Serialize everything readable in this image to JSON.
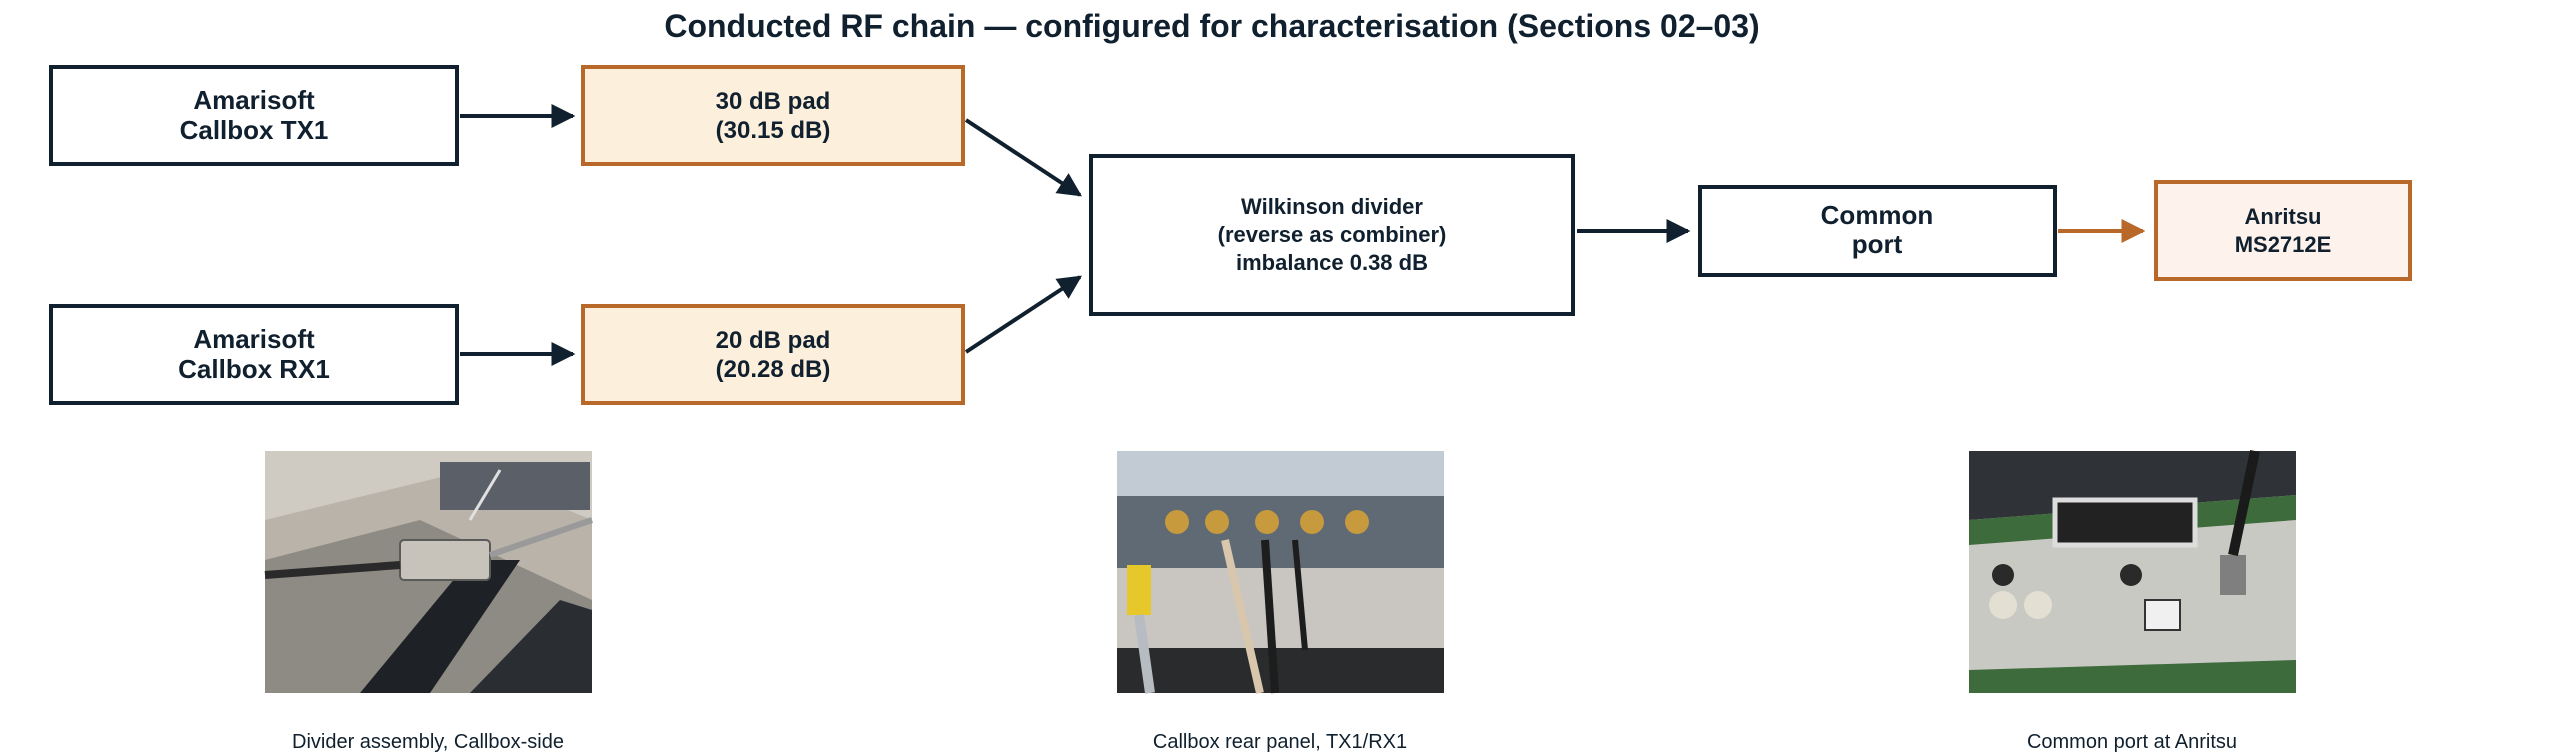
{
  "title": "Conducted RF chain — configured for characterisation (Sections 02–03)",
  "colors": {
    "navy": "#10202e",
    "orange": "#b8692a",
    "pad_fill": "#fcf0dc",
    "analyzer_fill": "#fdf3ec",
    "white": "#ffffff"
  },
  "nodes": {
    "tx1": [
      "Amarisoft",
      "Callbox TX1"
    ],
    "rx1": [
      "Amarisoft",
      "Callbox RX1"
    ],
    "pad30": [
      "30 dB pad",
      "(30.15 dB)"
    ],
    "pad20": [
      "20 dB pad",
      "(20.28 dB)"
    ],
    "divider": [
      "Wilkinson divider",
      "(reverse as combiner)",
      "imbalance 0.38 dB"
    ],
    "common": [
      "Common",
      "port"
    ],
    "anritsu": [
      "Anritsu",
      "MS2712E"
    ]
  },
  "photos": [
    {
      "icon": "divider-assembly-photo",
      "caption": "Divider assembly, Callbox-side"
    },
    {
      "icon": "callbox-rear-panel-photo",
      "caption": "Callbox rear panel, TX1/RX1"
    },
    {
      "icon": "common-port-photo",
      "caption": "Common port at Anritsu"
    }
  ]
}
